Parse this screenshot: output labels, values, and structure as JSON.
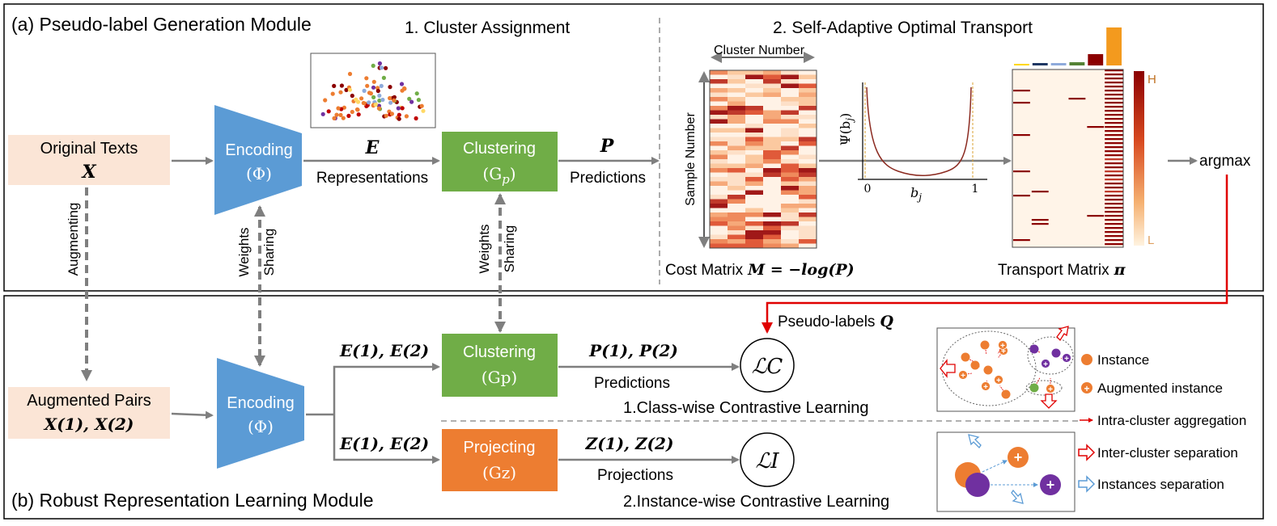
{
  "colors": {
    "encoder_blue": "#5b9bd5",
    "cluster_green": "#70ad47",
    "project_orange": "#ed7d31",
    "input_peach": "#fbe5d6",
    "red_arrow": "#e00000",
    "gray_arrow": "#7f7f7f"
  },
  "module_a": {
    "title": "(a) Pseudo-label Generation Module",
    "step1": "1. Cluster Assignment",
    "step2": "2. Self-Adaptive Optimal Transport",
    "input_title": "Original Texts",
    "input_symbol": "X",
    "encoder_label": "Encoding",
    "encoder_symbol": "(Φ)",
    "emb_symbol": "E",
    "emb_label": "Representations",
    "cluster_label": "Clustering",
    "cluster_symbol_base": "(G",
    "cluster_symbol_sub": "p",
    "cluster_symbol_close": ")",
    "pred_symbol": "P",
    "pred_label": "Predictions",
    "augmenting": "Augmenting",
    "weights": "Weights",
    "sharing": "Sharing",
    "cluster_number": "Cluster Number",
    "sample_number": "Sample Number",
    "cost_label": "Cost Matrix",
    "cost_formula": "M = −log(P)",
    "psi_label": "Ψ(b",
    "psi_sub": "j",
    "psi_close": ")",
    "axis_zero": "0",
    "axis_one": "1",
    "axis_b": "b",
    "axis_b_sub": "j",
    "transport_label": "Transport Matrix",
    "transport_symbol": "π",
    "scale_high": "H",
    "scale_low": "L",
    "argmax": "argmax"
  },
  "module_b": {
    "title": "(b) Robust Representation Learning Module",
    "input_title": "Augmented Pairs",
    "input_symbol": "X(1), X(2)",
    "encoder_label": "Encoding",
    "encoder_symbol": "(Φ)",
    "emb_pair_top": "E(1), E(2)",
    "emb_pair_bottom": "E(1), E(2)",
    "cluster_label": "Clustering",
    "cluster_symbol": "(Gp)",
    "proj_label": "Projecting",
    "proj_symbol": "(Gz)",
    "pred_pair": "P(1), P(2)",
    "pred_label": "Predictions",
    "proj_pair": "Z(1), Z(2)",
    "proj_out_label": "Projections",
    "loss_c": "ℒC",
    "loss_i": "ℒI",
    "pseudo_label": "Pseudo-labels",
    "pseudo_symbol": "Q",
    "class_wise": "1.Class-wise Contrastive Learning",
    "instance_wise": "2.Instance-wise Contrastive Learning"
  },
  "legend": {
    "instance": "Instance",
    "augmented": "Augmented instance",
    "intra": "Intra-cluster aggregation",
    "inter": "Inter-cluster separation",
    "inst_sep": "Instances separation"
  }
}
